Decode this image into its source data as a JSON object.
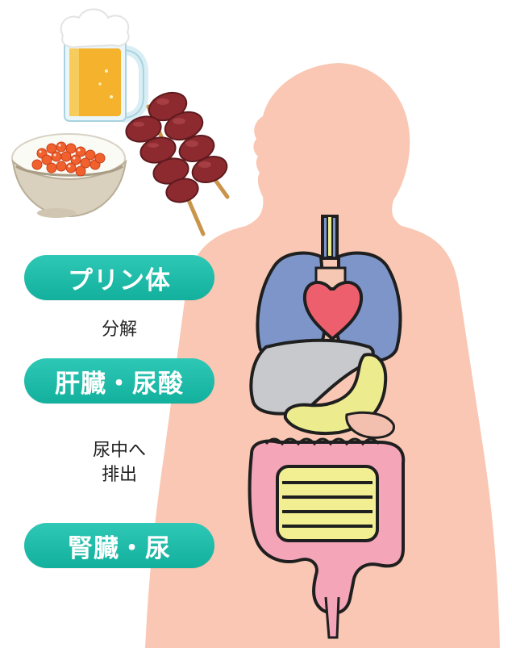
{
  "steps": [
    {
      "label": "プリン体"
    },
    {
      "label": "肝臓・尿酸"
    },
    {
      "label": "腎臓・尿"
    }
  ],
  "arrows": [
    {
      "lines": [
        "分解"
      ]
    },
    {
      "lines": [
        "尿中へ",
        "排出"
      ]
    }
  ],
  "colors": {
    "pill": "#1bbba8",
    "skin": "#f9c7b3",
    "lungs": "#7d95c9",
    "heart": "#ee5f6e",
    "liver": "#c7c9cc",
    "stomach": "#ecec8e",
    "large_intestine": "#f4a6b8",
    "small_intestine": "#f1ef92"
  },
  "icons": [
    "beer-mug-icon",
    "ikura-rice-bowl-icon",
    "liver-yakitori-skewer-icon"
  ]
}
